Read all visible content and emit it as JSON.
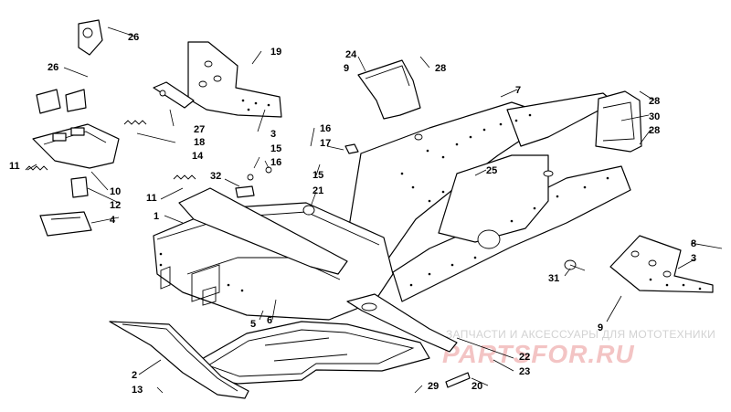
{
  "watermark": {
    "subtitle": "ЗАПЧАСТИ И АКСЕССУАРЫ ДЛЯ МОТОТЕХНИКИ",
    "logo": "PARTSFOR.RU"
  },
  "callouts": [
    "1",
    "2",
    "3",
    "3",
    "4",
    "5",
    "6",
    "7",
    "8",
    "9",
    "9",
    "10",
    "11",
    "11",
    "12",
    "13",
    "14",
    "15",
    "15",
    "16",
    "16",
    "17",
    "18",
    "19",
    "20",
    "21",
    "22",
    "23",
    "24",
    "25",
    "26",
    "26",
    "27",
    "28",
    "28",
    "28",
    "29",
    "30",
    "31",
    "32"
  ]
}
